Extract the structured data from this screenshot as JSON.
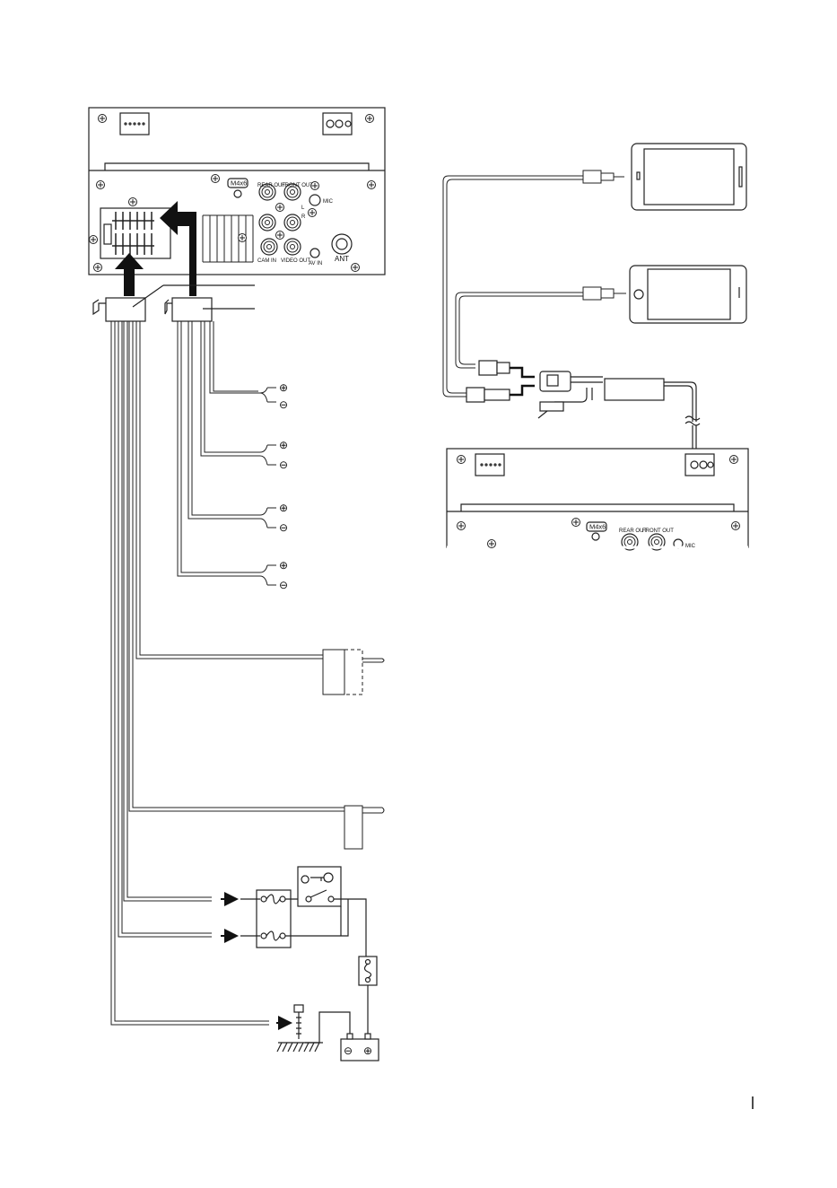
{
  "unit_rear": {
    "screw_label": "M4x6",
    "rear_out": "REAR OUT",
    "front_out": "FRONT OUT",
    "mic": "MIC",
    "l": "L",
    "r": "R",
    "cam_in": "CAM IN",
    "video_out": "VIDEO OUT",
    "av_in": "AV IN",
    "ant": "ANT"
  },
  "unit_rear_right": {
    "screw_label": "M4x6",
    "rear_out": "REAR OUT",
    "front_out": "FRONT OUT",
    "mic": "MIC"
  },
  "speaker_pairs": [
    {
      "plus": "⊕",
      "minus": "⊖"
    },
    {
      "plus": "⊕",
      "minus": "⊖"
    },
    {
      "plus": "⊕",
      "minus": "⊖"
    },
    {
      "plus": "⊕",
      "minus": "⊖"
    }
  ],
  "battery": {
    "minus": "⊖",
    "plus": "⊕"
  },
  "colors": {
    "line": "#1a1a1a",
    "paper": "#ffffff"
  },
  "icons": [
    "smartphone-icon",
    "iphone-icon",
    "usb-plug-icon",
    "ignition-key-icon",
    "fuse-icon",
    "battery-icon",
    "ground-icon",
    "screw-icon"
  ]
}
